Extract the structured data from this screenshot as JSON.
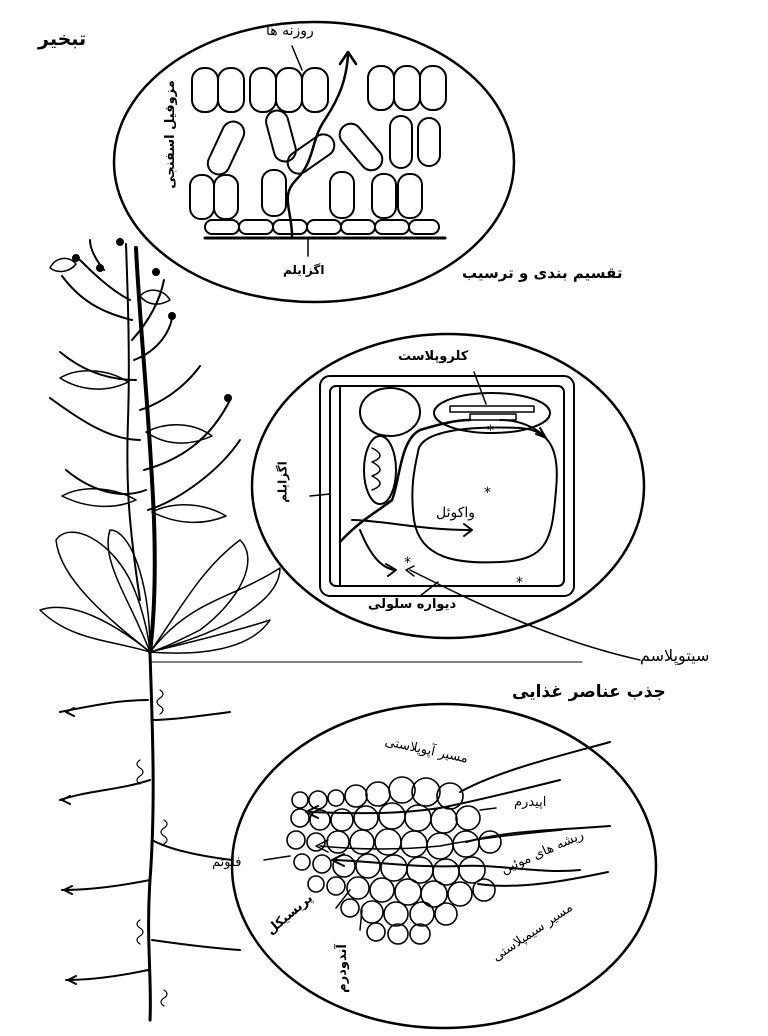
{
  "labels": {
    "transpiration": "تبخیر",
    "stomata": "روزنه ها",
    "spongy_mesophyll": "مزوفیل اسفنجی",
    "xylem_top": "اگزایلم",
    "classification": "تقسیم بندی و ترسیب",
    "chloroplast": "کلروپلاست",
    "xylem_mid": "اگزایلم",
    "vacuole": "واکوئل",
    "cell_wall": "دیواره سلولی",
    "cytoplasm": "سیتوپلاسم",
    "nutrient_uptake": "جذب عناصر غذایی",
    "apoplast_path": "مسیر آپوپلاستی",
    "epidermis": "اپیدرم",
    "root_hairs": "ریشه های موئین",
    "phloem": "فلوئم",
    "pericycle": "پریسیکل",
    "endodermis": "آندودرم",
    "symplast_path": "مسیر سیمپلاستی"
  },
  "markers": {
    "asterisk": "*"
  },
  "colors": {
    "ink": "#000000",
    "paper": "#ffffff"
  }
}
